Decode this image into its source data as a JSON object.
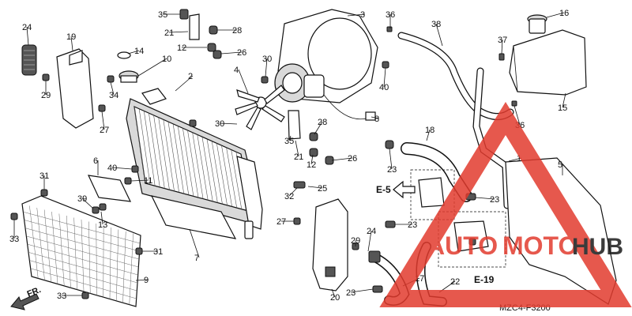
{
  "diagram": {
    "code": "MZC4-F3200",
    "section_refs": [
      "E-5",
      "E-19"
    ],
    "part_callouts": [
      {
        "id": "c35a",
        "num": "35"
      },
      {
        "id": "c21a",
        "num": "21"
      },
      {
        "id": "c28a",
        "num": "28"
      },
      {
        "id": "c12a",
        "num": "12"
      },
      {
        "id": "c26a",
        "num": "26"
      },
      {
        "id": "c14",
        "num": "14"
      },
      {
        "id": "c10",
        "num": "10"
      },
      {
        "id": "c2",
        "num": "2"
      },
      {
        "id": "c3",
        "num": "3"
      },
      {
        "id": "c36a",
        "num": "36"
      },
      {
        "id": "c38",
        "num": "38"
      },
      {
        "id": "c16",
        "num": "16"
      },
      {
        "id": "c24a",
        "num": "24"
      },
      {
        "id": "c19",
        "num": "19"
      },
      {
        "id": "c29a",
        "num": "29"
      },
      {
        "id": "c34",
        "num": "34"
      },
      {
        "id": "c27a",
        "num": "27"
      },
      {
        "id": "c30a",
        "num": "30"
      },
      {
        "id": "c4",
        "num": "4"
      },
      {
        "id": "c40a",
        "num": "40"
      },
      {
        "id": "c37",
        "num": "37"
      },
      {
        "id": "c15",
        "num": "15"
      },
      {
        "id": "c30b",
        "num": "30"
      },
      {
        "id": "c28b",
        "num": "28"
      },
      {
        "id": "c8",
        "num": "8"
      },
      {
        "id": "c36b",
        "num": "36"
      },
      {
        "id": "c35b",
        "num": "35"
      },
      {
        "id": "c21b",
        "num": "21"
      },
      {
        "id": "c12b",
        "num": "12"
      },
      {
        "id": "c26b",
        "num": "26"
      },
      {
        "id": "c18",
        "num": "18"
      },
      {
        "id": "c23a",
        "num": "23"
      },
      {
        "id": "c1",
        "num": "1"
      },
      {
        "id": "c6",
        "num": "6"
      },
      {
        "id": "c40b",
        "num": "40"
      },
      {
        "id": "c11",
        "num": "11"
      },
      {
        "id": "c31a",
        "num": "31"
      },
      {
        "id": "c39",
        "num": "39"
      },
      {
        "id": "c25",
        "num": "25"
      },
      {
        "id": "c32",
        "num": "32"
      },
      {
        "id": "c13",
        "num": "13"
      },
      {
        "id": "c33a",
        "num": "33"
      },
      {
        "id": "c5",
        "num": "5"
      },
      {
        "id": "c23b",
        "num": "23"
      },
      {
        "id": "c27b",
        "num": "27"
      },
      {
        "id": "c23c",
        "num": "23"
      },
      {
        "id": "c24b",
        "num": "24"
      },
      {
        "id": "c29b",
        "num": "29"
      },
      {
        "id": "c7",
        "num": "7"
      },
      {
        "id": "c31b",
        "num": "31"
      },
      {
        "id": "c9",
        "num": "9"
      },
      {
        "id": "c33b",
        "num": "33"
      },
      {
        "id": "c20",
        "num": "20"
      },
      {
        "id": "c23d",
        "num": "23"
      },
      {
        "id": "c17",
        "num": "17"
      },
      {
        "id": "c22",
        "num": "22"
      }
    ],
    "front_arrow_label": "FR.",
    "watermark": {
      "brand_part1": "AUTO",
      "brand_part2": "MOTO",
      "brand_part3": "HUB",
      "color_red": "#e23b2e",
      "color_dark": "#1a1a1a"
    }
  }
}
